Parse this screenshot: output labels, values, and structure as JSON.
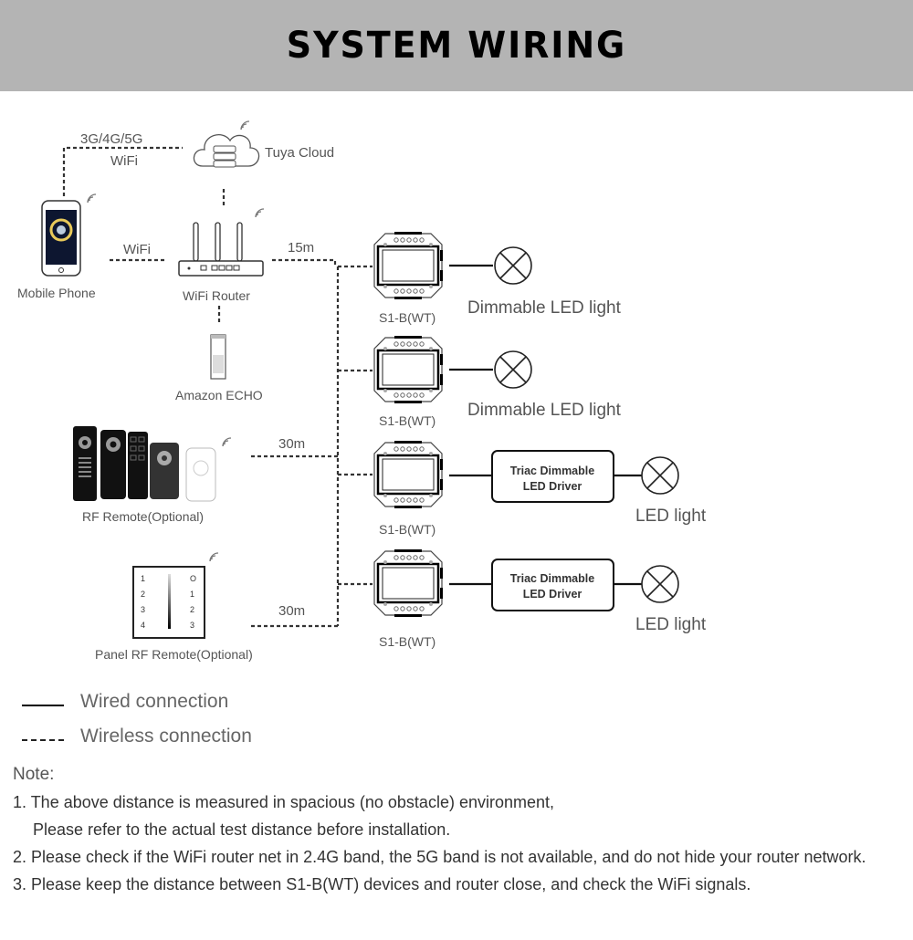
{
  "header": {
    "title": "SYSTEM WIRING"
  },
  "diagram": {
    "nodes": {
      "mobile_phone": "Mobile Phone",
      "tuya_cloud": "Tuya Cloud",
      "wifi_router": "WiFi Router",
      "amazon_echo": "Amazon ECHO",
      "rf_remote": "RF Remote(Optional)",
      "panel_rf_remote": "Panel RF Remote(Optional)"
    },
    "links": {
      "phone_cloud_line1": "3G/4G/5G",
      "phone_cloud_line2": "WiFi",
      "phone_router": "WiFi",
      "router_devices": "15m",
      "rf_remote_devices": "30m",
      "panel_devices": "30m"
    },
    "devices": [
      {
        "label": "S1-B(WT)",
        "load": "Dimmable LED light",
        "driver": null
      },
      {
        "label": "S1-B(WT)",
        "load": "Dimmable LED light",
        "driver": null
      },
      {
        "label": "S1-B(WT)",
        "load": "LED light",
        "driver": {
          "line1": "Triac Dimmable",
          "line2": "LED Driver"
        }
      },
      {
        "label": "S1-B(WT)",
        "load": "LED light",
        "driver": {
          "line1": "Triac Dimmable",
          "line2": "LED Driver"
        }
      }
    ],
    "panel_keys_left": [
      "1",
      "2",
      "3",
      "4"
    ],
    "panel_keys_right": [
      "O",
      "1",
      "2",
      "3"
    ]
  },
  "legend": {
    "wired": "Wired connection",
    "wireless": "Wireless connection"
  },
  "notes": {
    "title": "Note:",
    "items": [
      "1. The above distance is measured in spacious (no obstacle) environment,",
      "Please refer to the actual test distance before installation.",
      "2. Please check if the WiFi router net in 2.4G band, the 5G band is not available, and do not hide your router network.",
      "3. Please keep the distance between S1-B(WT) devices and router close, and check the WiFi signals."
    ]
  }
}
